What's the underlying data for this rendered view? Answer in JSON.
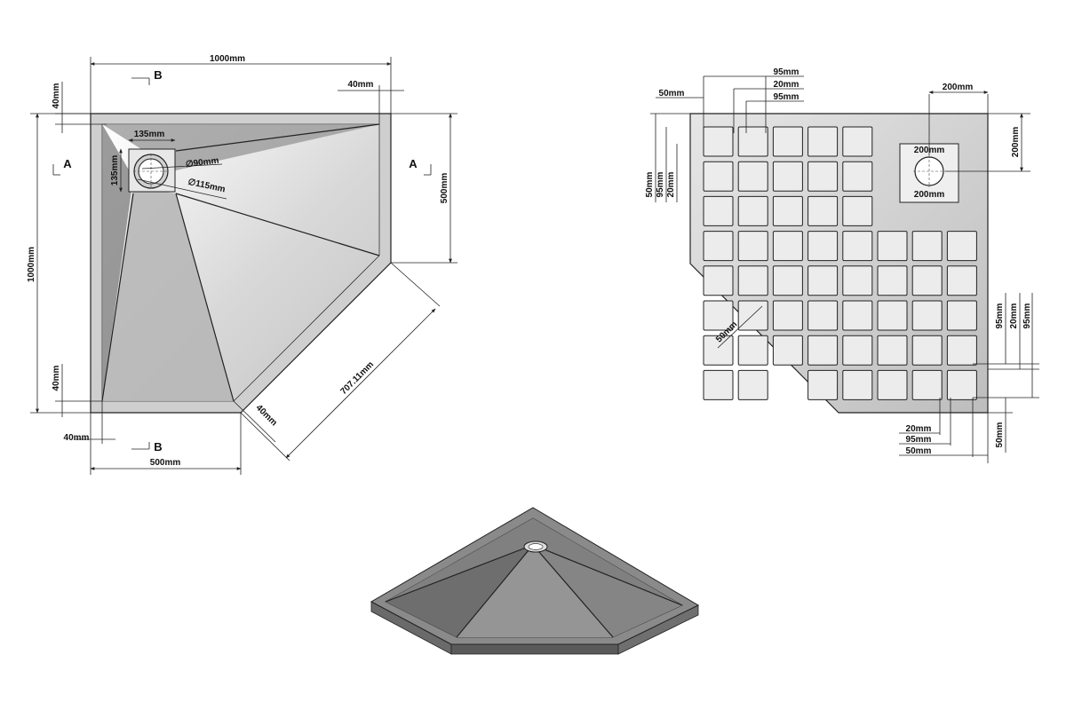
{
  "plan_view": {
    "width_top": "1000mm",
    "height_left": "1000mm",
    "top_offset": "40mm",
    "right_offset": "40mm",
    "bottom_left_offset": "40mm",
    "bottom_offset": "40mm",
    "right_height": "500mm",
    "bottom_width": "500mm",
    "diagonal": "707.11mm",
    "diagonal_rim": "40mm",
    "drain_box_w": "135mm",
    "drain_box_h": "135mm",
    "drain_inner": "∅90mm",
    "drain_outer": "∅115mm",
    "section_a": "A",
    "section_b": "B"
  },
  "underside_view": {
    "top_dims": [
      "95mm",
      "50mm",
      "20mm",
      "95mm"
    ],
    "drain_dim_right": "200mm",
    "drain_dim_top": "200mm",
    "drain_box_top": "200mm",
    "drain_box_bottom": "200mm",
    "left_dims": [
      "50mm",
      "95mm",
      "20mm"
    ],
    "diagonal_dim": "50mm",
    "right_dims": [
      "95mm",
      "20mm",
      "95mm"
    ],
    "bottom_dims": [
      "20mm",
      "95mm",
      "50mm"
    ],
    "right_bottom_dim": "50mm"
  }
}
